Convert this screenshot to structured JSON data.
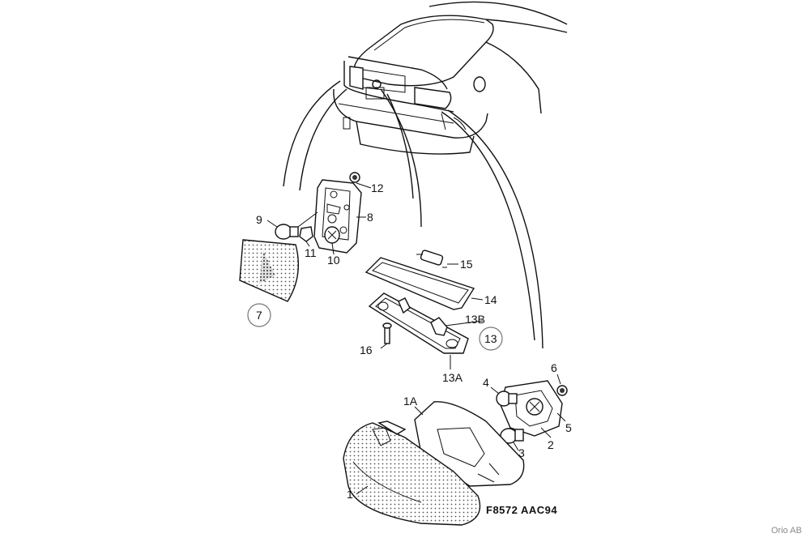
{
  "callouts": {
    "c1": "1",
    "c1a": "1A",
    "c2": "2",
    "c3": "3",
    "c4": "4",
    "c5": "5",
    "c6": "6",
    "c7": "7",
    "c8": "8",
    "c9": "9",
    "c10": "10",
    "c11": "11",
    "c12": "12",
    "c13": "13",
    "c13a": "13A",
    "c13b": "13B",
    "c14": "14",
    "c15": "15",
    "c16": "16"
  },
  "reference_code": "F8572 AAC94",
  "credit": "Orio AB"
}
